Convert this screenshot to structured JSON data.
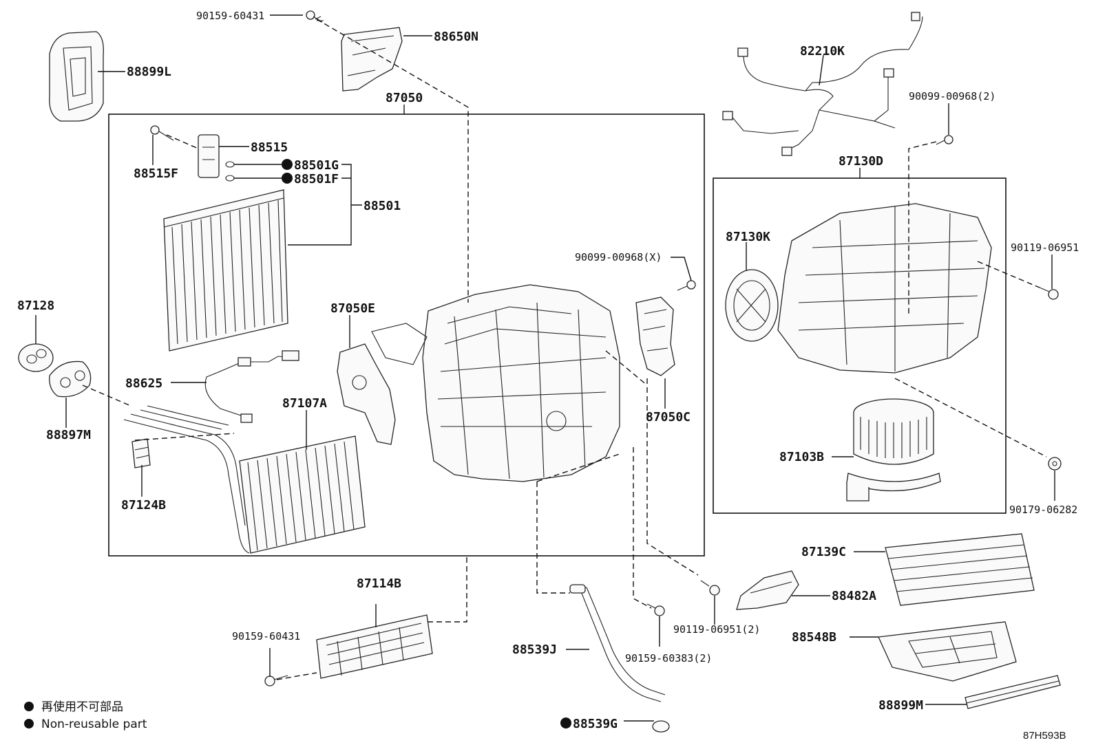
{
  "labels": {
    "p_90159_60431_top": "90159-60431",
    "p_88650N": "88650N",
    "p_88899L": "88899L",
    "p_87050": "87050",
    "p_88515": "88515",
    "p_88515F": "88515F",
    "p_88501G": "88501G",
    "p_88501F": "88501F",
    "p_88501": "88501",
    "p_87128": "87128",
    "p_88625": "88625",
    "p_88897M": "88897M",
    "p_87107A": "87107A",
    "p_87124B": "87124B",
    "p_87050E": "87050E",
    "p_90099_00968X": "90099-00968(X)",
    "p_87050C": "87050C",
    "p_82210K": "82210K",
    "p_90099_00968_2": "90099-00968(2)",
    "p_87130D": "87130D",
    "p_87130K": "87130K",
    "p_90119_06951": "90119-06951",
    "p_87103B": "87103B",
    "p_90179_06282": "90179-06282",
    "p_87139C": "87139C",
    "p_88482A": "88482A",
    "p_90119_06951_2": "90119-06951(2)",
    "p_88548B": "88548B",
    "p_87114B": "87114B",
    "p_90159_60431_bot": "90159-60431",
    "p_88539J": "88539J",
    "p_90159_60383_2": "90159-60383(2)",
    "p_88899M": "88899M",
    "p_88539G": "88539G"
  },
  "legend": {
    "jp": "再使用不可部品",
    "en": "Non-reusable part"
  },
  "drawing_code": "87H593B"
}
